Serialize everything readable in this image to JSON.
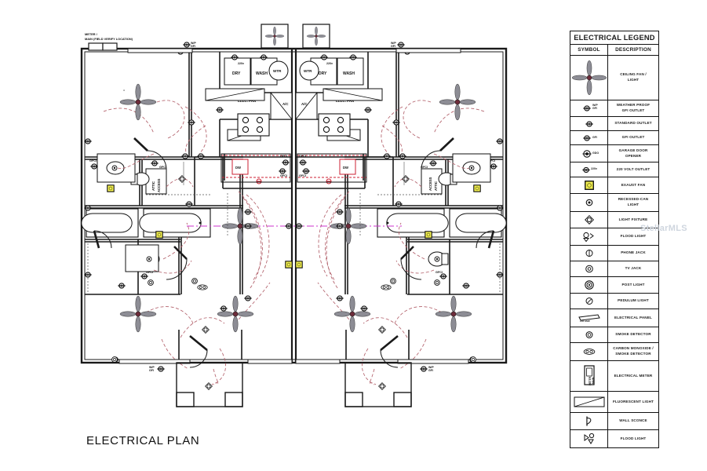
{
  "sheet": {
    "plan_title": "ELECTRICAL PLAN",
    "watermark": "StellarMLS",
    "annotations": {
      "meter_main": "METER /\nMAIN (FIELD VERIFY LOCATION)",
      "meter_main_line1": "METER /",
      "meter_main_line2": "MAIN (FIELD VERIFY LOCATION)",
      "wp_gfi": "W/P\nGFI",
      "wp_gfi_line1": "W/P",
      "wp_gfi_line2": "GFI",
      "gfci": "GFCI",
      "dryer": "DRY",
      "washer": "WASH",
      "water_heater": "WTR",
      "volt220": "220v",
      "elec_panel": "ELEC. PAN",
      "dishwasher": "DW",
      "attic_access": "ATTIC\nACCESS",
      "attic_access_line1": "ATTIC",
      "attic_access_line2": "ACCESS",
      "ac_unit": "A/C",
      "panel_amp": "200 AMP"
    }
  },
  "legend": {
    "title": "ELECTRICAL LEGEND",
    "col_symbol": "SYMBOL",
    "col_description": "DESCRIPTION",
    "rows": [
      {
        "icon": "ceiling-fan-icon",
        "tag": "",
        "description": "CEILING FAN /\nLIGHT",
        "line1": "CEILING FAN /",
        "line2": "LIGHT"
      },
      {
        "icon": "weatherproof-gfi-outlet-icon",
        "tag": "W/P\nGFI",
        "description": "WEATHER PROOF\nGFI OUTLET",
        "line1": "WEATHER PROOF",
        "line2": "GFI OUTLET"
      },
      {
        "icon": "standard-outlet-icon",
        "tag": "",
        "description": "STANDARD OUTLET",
        "line1": "STANDARD OUTLET",
        "line2": ""
      },
      {
        "icon": "gfi-outlet-icon",
        "tag": "GFI",
        "description": "GFI OUTLET",
        "line1": "GFI OUTLET",
        "line2": ""
      },
      {
        "icon": "garage-door-opener-icon",
        "tag": "GDO",
        "description": "GARAGE DOOR\nOPENER",
        "line1": "GARAGE DOOR",
        "line2": "OPENER"
      },
      {
        "icon": "220-volt-outlet-icon",
        "tag": "220v",
        "description": "220 VOLT OUTLET",
        "line1": "220 VOLT OUTLET",
        "line2": ""
      },
      {
        "icon": "exhaust-fan-icon",
        "tag": "",
        "description": "EXAUST FAN",
        "line1": "EXAUST FAN",
        "line2": ""
      },
      {
        "icon": "recessed-can-light-icon",
        "tag": "",
        "description": "RECESSED-CAN\nLIGHT",
        "line1": "RECESSED-CAN",
        "line2": "LIGHT"
      },
      {
        "icon": "light-fixture-icon",
        "tag": "",
        "description": "LIGHT FIXTURE",
        "line1": "LIGHT FIXTURE",
        "line2": ""
      },
      {
        "icon": "flood-light-icon",
        "tag": "",
        "description": "FLOOD LIGHT",
        "line1": "FLOOD LIGHT",
        "line2": ""
      },
      {
        "icon": "phone-jack-icon",
        "tag": "",
        "description": "PHONE JACK",
        "line1": "PHONE JACK",
        "line2": ""
      },
      {
        "icon": "tv-jack-icon",
        "tag": "",
        "description": "TV JACK",
        "line1": "TV JACK",
        "line2": ""
      },
      {
        "icon": "post-light-icon",
        "tag": "",
        "description": "POST  LIGHT",
        "line1": "POST  LIGHT",
        "line2": ""
      },
      {
        "icon": "pendulum-light-icon",
        "tag": "",
        "description": "PEDULUM LIGHT",
        "line1": "PEDULUM LIGHT",
        "line2": ""
      },
      {
        "icon": "electrical-panel-icon",
        "tag": "200 AMP",
        "description": "ELECTRICAL PANEL",
        "line1": "ELECTRICAL PANEL",
        "line2": ""
      },
      {
        "icon": "smoke-detector-icon",
        "tag": "",
        "description": "SMOKE DETECTOR",
        "line1": "SMOKE DETECTOR",
        "line2": ""
      },
      {
        "icon": "carbon-monoxide-detector-icon",
        "tag": "",
        "description": "CARBON MONOXIDE /\nSMOKE DETECTOR",
        "line1": "CARBON MONOXIDE /",
        "line2": "SMOKE DETECTOR"
      },
      {
        "icon": "electrical-meter-icon",
        "tag": "METER\nMAIN",
        "description": "ELECTRICAL METER",
        "line1": "ELECTRICAL METER",
        "line2": ""
      },
      {
        "icon": "fluorescent-light-icon",
        "tag": "",
        "description": "FLUORESCENT LIGHT",
        "line1": "FLUORESCENT LIGHT",
        "line2": ""
      },
      {
        "icon": "wall-sconce-icon",
        "tag": "",
        "description": "WALL SCONCE",
        "line1": "WALL SCONCE",
        "line2": ""
      },
      {
        "icon": "flood-light-icon-2",
        "tag": "",
        "description": "FLOOD LIGHT",
        "line1": "FLOOD LIGHT",
        "line2": ""
      }
    ]
  },
  "colors": {
    "ink": "#111111",
    "wall": "#1a1a1a",
    "switch_leg": "#b3616b",
    "fixture_red": "#cc2233",
    "centerline": "#cc33cc",
    "exhaust_fan_fill": "#f2ef4e",
    "watermark": "#cfd6df",
    "paper": "#ffffff"
  }
}
